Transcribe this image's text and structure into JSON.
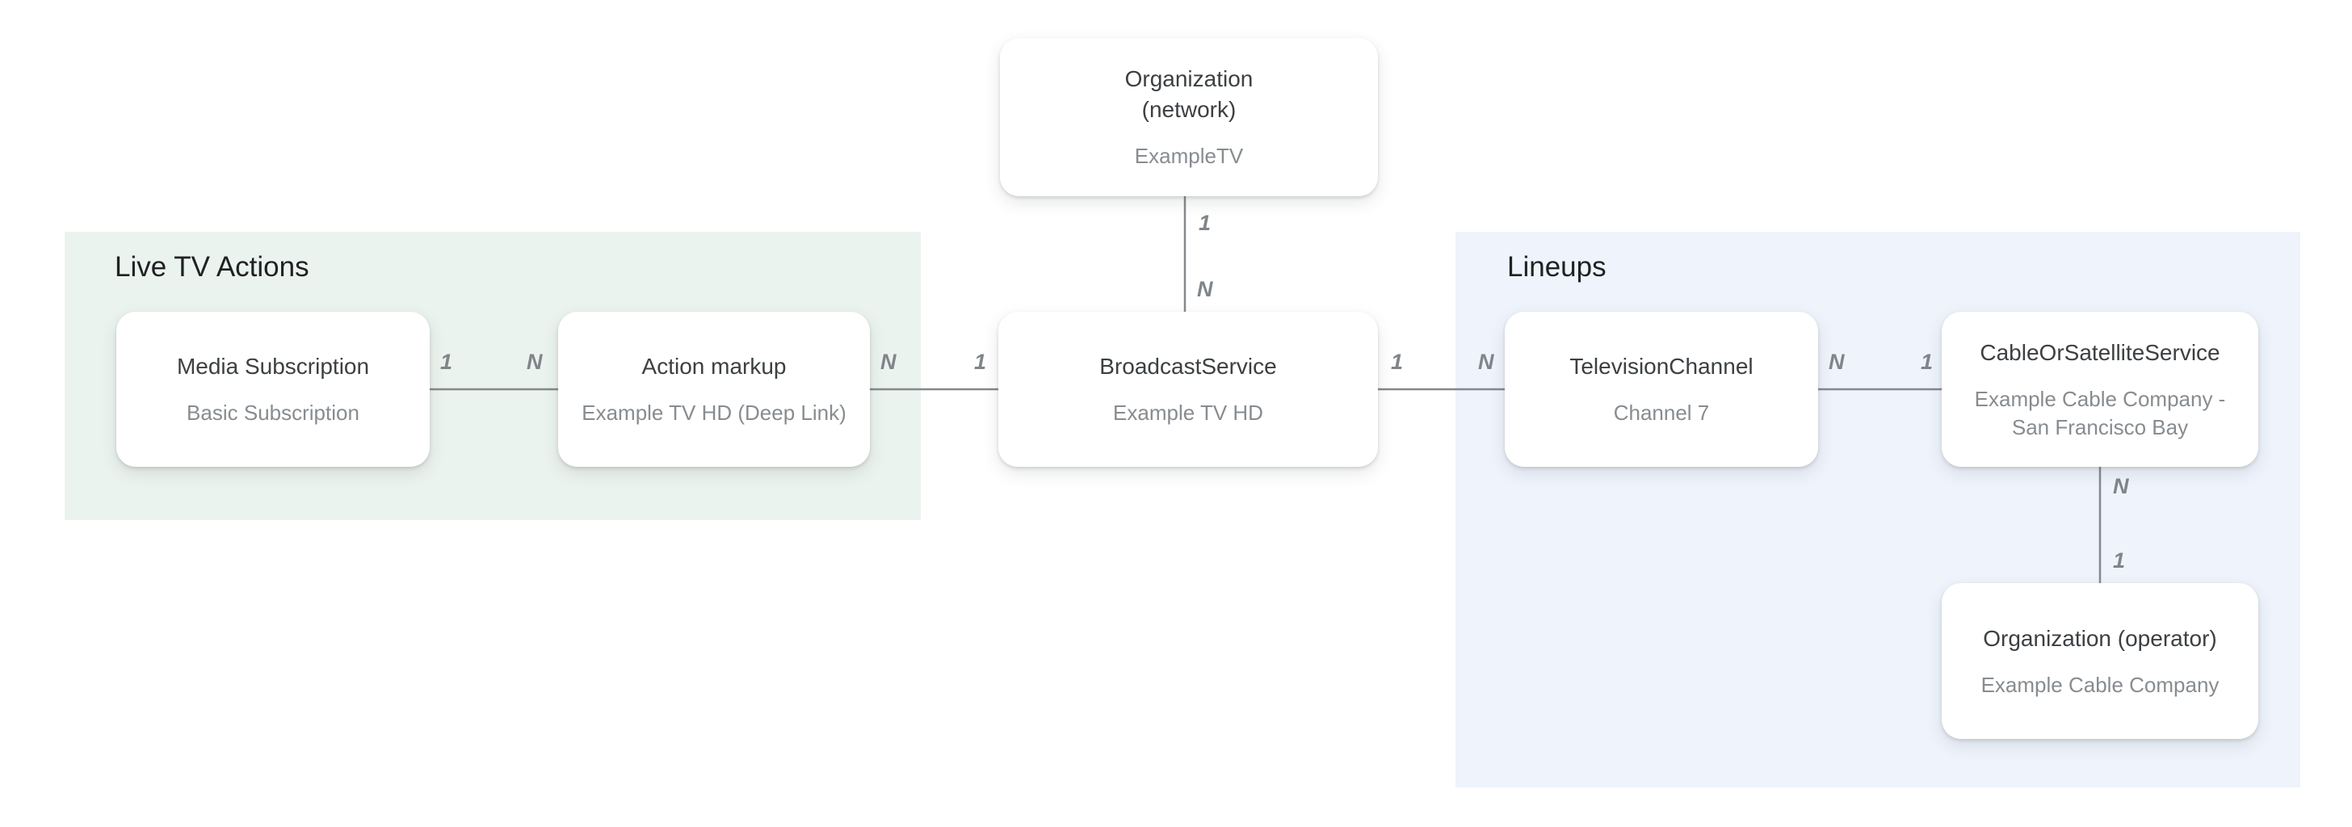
{
  "regions": {
    "live_tv_actions": {
      "label": "Live TV Actions"
    },
    "lineups": {
      "label": "Lineups"
    }
  },
  "nodes": {
    "organization_network": {
      "title": "Organization\n(network)",
      "subtitle": "ExampleTV"
    },
    "media_subscription": {
      "title": "Media Subscription",
      "subtitle": "Basic Subscription"
    },
    "action_markup": {
      "title": "Action markup",
      "subtitle": "Example TV HD (Deep Link)"
    },
    "broadcast_service": {
      "title": "BroadcastService",
      "subtitle": "Example TV HD"
    },
    "television_channel": {
      "title": "TelevisionChannel",
      "subtitle": "Channel 7"
    },
    "cable_or_satellite_service": {
      "title": "CableOrSatelliteService",
      "subtitle": "Example Cable Company -\nSan Francisco Bay"
    },
    "organization_operator": {
      "title": "Organization (operator)",
      "subtitle": "Example Cable Company"
    }
  },
  "edges": {
    "network_to_broadcast": {
      "near_network": "1",
      "near_broadcast": "N"
    },
    "mediasub_to_action": {
      "near_mediasub": "1",
      "near_action": "N"
    },
    "action_to_broadcast": {
      "near_action": "N",
      "near_broadcast": "1"
    },
    "broadcast_to_channel": {
      "near_broadcast": "1",
      "near_channel": "N"
    },
    "channel_to_cable": {
      "near_channel": "N",
      "near_cable": "1"
    },
    "cable_to_operator": {
      "near_cable": "N",
      "near_operator": "1"
    }
  },
  "colors": {
    "live_tv_actions_bg": "#ebf3ee",
    "lineups_bg": "#eef3fc",
    "node_bg": "#ffffff",
    "node_title_text": "#3c4043",
    "node_subtitle_text": "#878c90",
    "region_header_text": "#202124",
    "connector_line": "#85898d",
    "edge_label_text": "#7f8589"
  }
}
